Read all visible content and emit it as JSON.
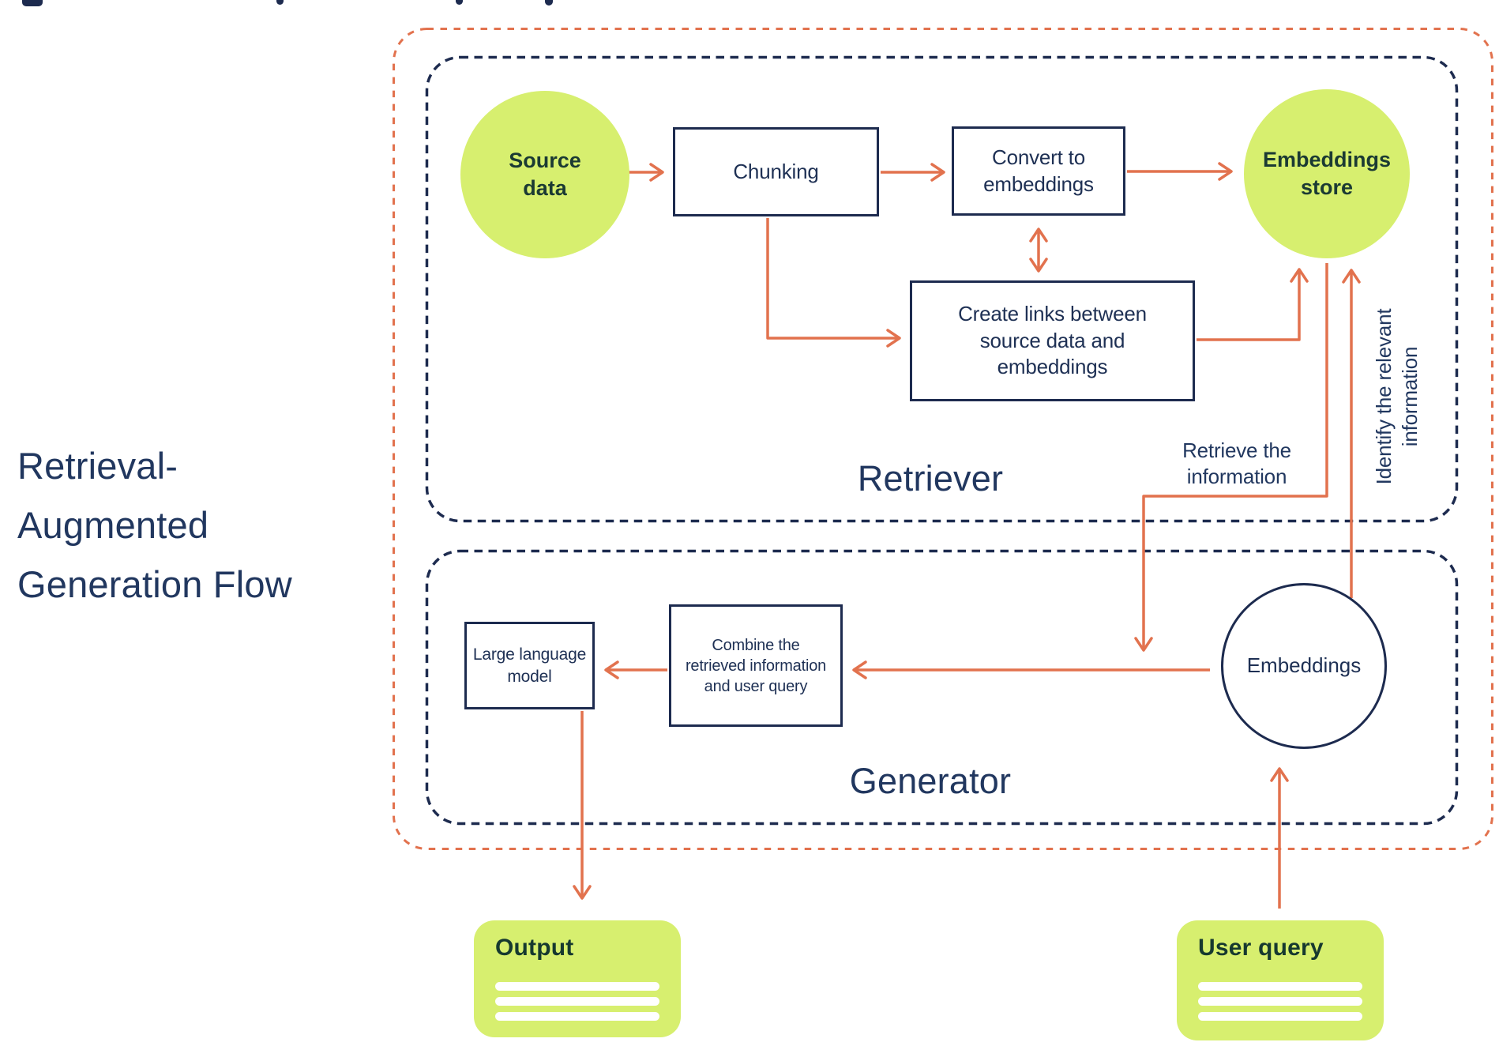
{
  "colors": {
    "lime": "#d7ef6f",
    "navy": "#1d2b4f",
    "orange": "#e2724e",
    "text_on_lime": "#1b3a33"
  },
  "title": {
    "text": "Retrieval-\nAugmented\nGeneration Flow"
  },
  "sections": {
    "retriever": {
      "label": "Retriever"
    },
    "generator": {
      "label": "Generator"
    }
  },
  "nodes": {
    "source_data": {
      "label": "Source\ndata"
    },
    "chunking": {
      "label": "Chunking"
    },
    "convert": {
      "label": "Convert to\nembeddings"
    },
    "create_links": {
      "label": "Create links between\nsource data and\nembeddings"
    },
    "embeddings_store": {
      "label": "Embeddings\nstore"
    },
    "llm": {
      "label": "Large language\nmodel"
    },
    "combine": {
      "label": "Combine the\nretrieved information\nand user query"
    },
    "embeddings": {
      "label": "Embeddings"
    }
  },
  "edge_labels": {
    "retrieve": {
      "text": "Retrieve the\ninformation"
    },
    "identify": {
      "text": "Identify the relevant\ninformation"
    }
  },
  "cards": {
    "output": {
      "label": "Output"
    },
    "user_query": {
      "label": "User query"
    }
  }
}
